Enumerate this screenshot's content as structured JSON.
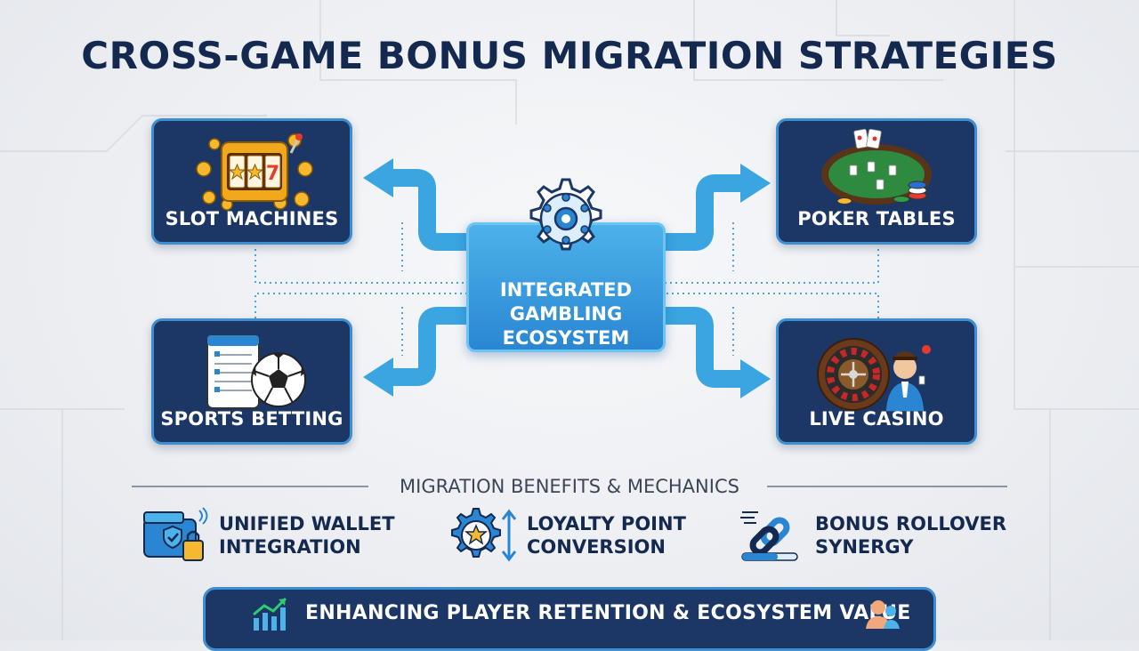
{
  "title": "CROSS-GAME BONUS MIGRATION STRATEGIES",
  "hub": {
    "label_lines": [
      "INTEGRATED",
      "GAMBLING",
      "ECOSYSTEM"
    ],
    "icon": "gear-network-icon"
  },
  "games": [
    {
      "label": "SLOT MACHINES",
      "icon": "slot-machine-icon"
    },
    {
      "label": "POKER TABLES",
      "icon": "poker-table-icon"
    },
    {
      "label": "SPORTS BETTING",
      "icon": "sports-betting-icon"
    },
    {
      "label": "LIVE CASINO",
      "icon": "live-casino-icon"
    }
  ],
  "benefits": {
    "heading": "MIGRATION BENEFITS & MECHANICS",
    "items": [
      {
        "lines": [
          "UNIFIED WALLET",
          "INTEGRATION"
        ],
        "icon": "wallet-lock-icon"
      },
      {
        "lines": [
          "LOYALTY POINT",
          "CONVERSION"
        ],
        "icon": "star-gear-icon"
      },
      {
        "lines": [
          "BONUS ROLLOVER",
          "SYNERGY"
        ],
        "icon": "chain-link-icon"
      }
    ]
  },
  "footer": {
    "text": "ENHANCING PLAYER RETENTION & ECOSYSTEM VALUE",
    "icons": [
      "growth-chart-icon",
      "users-icon"
    ]
  },
  "colors": {
    "title": "#14294f",
    "card": "#1c3766",
    "card_border": "#3d8fcf",
    "hub": "#2a86d2",
    "arrow": "#3aa5e0",
    "dotted": "#4aa6dc"
  }
}
